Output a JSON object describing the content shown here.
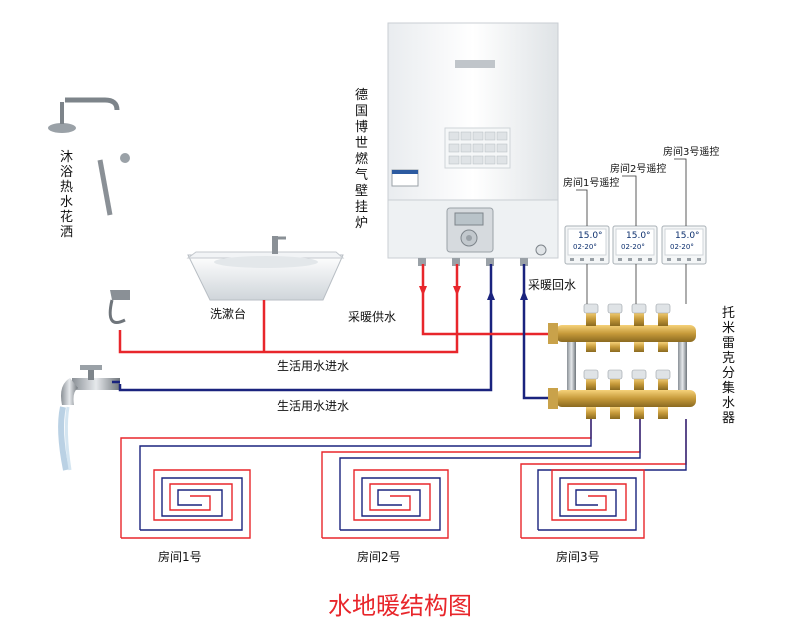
{
  "title": "水地暖结构图",
  "colors": {
    "supply": "#e8262b",
    "return": "#1a237e"
  },
  "labels": {
    "shower": "沐浴热水花洒",
    "boiler": "德国博世燃气壁挂炉",
    "basin": "洗漱台",
    "heating_supply": "采暖供水",
    "heating_return": "采暖回水",
    "domestic_hot": "生活用水进水",
    "domestic_cold": "生活用水进水",
    "manifold": "托米雷克分集水器"
  },
  "thermostats": [
    {
      "label": "房间1号遥控",
      "temp": "15.0°",
      "sub": "02-20°"
    },
    {
      "label": "房间2号遥控",
      "temp": "15.0°",
      "sub": "02-20°"
    },
    {
      "label": "房间3号遥控",
      "temp": "15.0°",
      "sub": "02-20°"
    }
  ],
  "rooms": [
    {
      "label": "房间1号"
    },
    {
      "label": "房间2号"
    },
    {
      "label": "房间3号"
    }
  ],
  "icons": [
    "shower-icon",
    "faucet-icon",
    "basin-icon",
    "boiler-icon",
    "manifold-icon",
    "thermostat-icon"
  ]
}
